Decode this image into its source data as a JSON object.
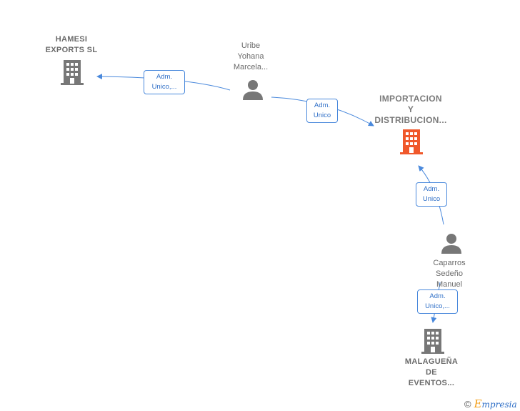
{
  "nodes": {
    "hamesi": {
      "label": "HAMESI\nEXPORTS  SL",
      "type": "company"
    },
    "uribe": {
      "label": "Uribe\nYohana\nMarcela...",
      "type": "person"
    },
    "importacion": {
      "label": "IMPORTACION\nY\nDISTRIBUCION...",
      "type": "company",
      "highlight": true
    },
    "caparros": {
      "label": "Caparros\nSedeño\nManuel",
      "type": "person"
    },
    "malaguena": {
      "label": "MALAGUEÑA\nDE\nEVENTOS...",
      "type": "company"
    }
  },
  "edges": {
    "uribe_hamesi": {
      "label": "Adm.\nUnico,..."
    },
    "uribe_importacion": {
      "label": "Adm.\nUnico"
    },
    "caparros_importacion": {
      "label": "Adm.\nUnico"
    },
    "caparros_malaguena": {
      "label": "Adm.\nUnico,..."
    }
  },
  "colors": {
    "edge": "#4a89dc",
    "icon_gray": "#777777",
    "icon_highlight": "#f0582b"
  },
  "footer": {
    "copyright_symbol": "©",
    "brand_initial": "E",
    "brand_rest": "mpresia"
  }
}
